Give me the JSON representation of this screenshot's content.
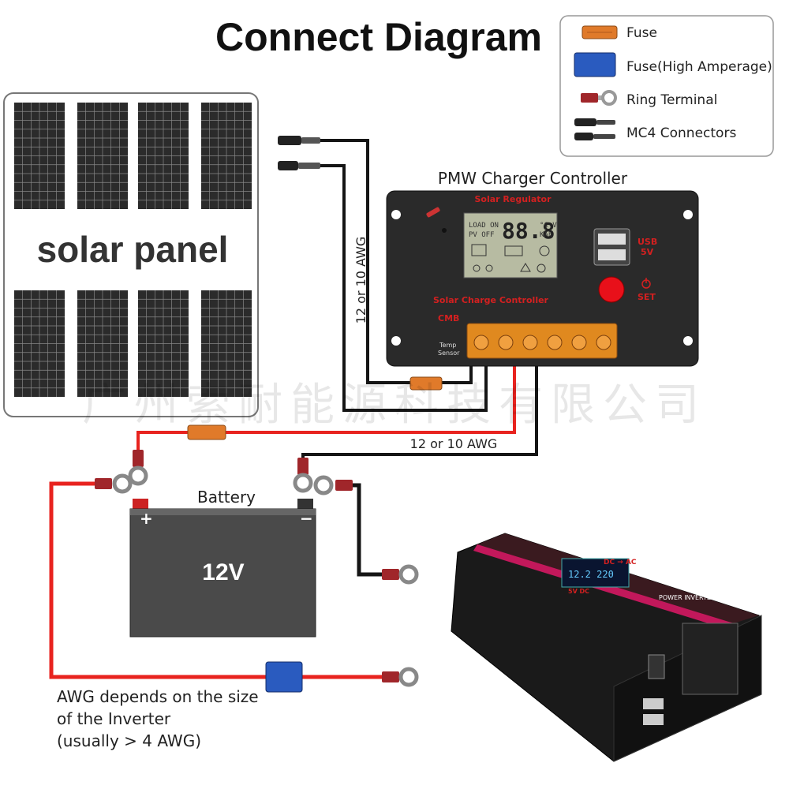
{
  "title": "Connect Diagram",
  "legend": {
    "items": [
      {
        "label": "Fuse",
        "icon": "fuse-icon"
      },
      {
        "label": "Fuse(High Amperage)",
        "icon": "high-amp-fuse-icon"
      },
      {
        "label": "Ring Terminal",
        "icon": "ring-terminal-icon"
      },
      {
        "label": "MC4 Connectors",
        "icon": "mc4-connector-icon"
      }
    ]
  },
  "solar_panel": {
    "label": "solar panel"
  },
  "controller": {
    "heading": "PMW Charger Controller",
    "top_brand": "Solar Regulator",
    "body_label": "Solar Charge Controller",
    "model": "CMB",
    "usb_label": "USB",
    "usb_voltage": "5V",
    "set_label": "SET",
    "temp_label": "Temp",
    "sensor_label": "Sensor",
    "lcd_load": "LOAD ON",
    "lcd_pv": "PV OFF",
    "lcd_digits": "88.8",
    "lcd_unit_top": "°C V",
    "lcd_unit_bottom": "KAh"
  },
  "wires": {
    "panel_gauge": "12 or 10 AWG",
    "battery_gauge": "12 or 10 AWG",
    "inverter_note_line1": "AWG depends on the size",
    "inverter_note_line2": "of the Inverter",
    "inverter_note_line3": "(usually  > 4 AWG)"
  },
  "battery": {
    "label": "Battery",
    "voltage": "12V",
    "plus": "+",
    "minus": "−"
  },
  "inverter": {
    "dc_ac": "DC → AC",
    "brand": "POWER INVERTER",
    "usb": "5V DC",
    "display": "12.2 220"
  },
  "watermark": "广州索耐能源科技有限公司",
  "colors": {
    "red_wire": "#e8231f",
    "black_wire": "#151515",
    "fuse": "#e07a2a",
    "high_amp_fuse": "#2a5bbf"
  }
}
